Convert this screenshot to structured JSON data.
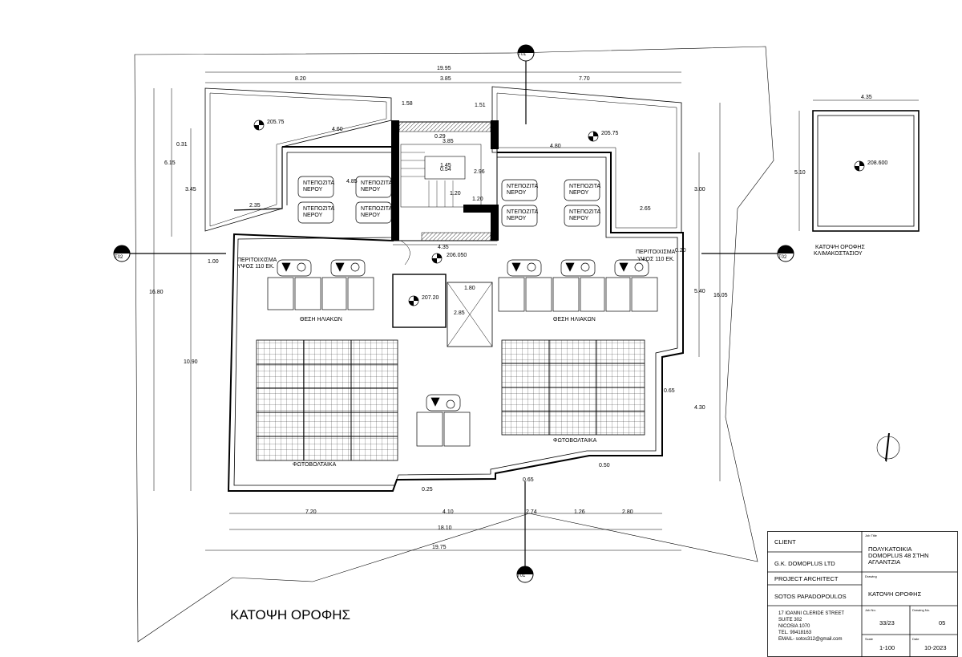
{
  "title": "ΚΑΤΟΨΗ ΟΡΟΦΗΣ",
  "roof_stair_plan_title": [
    "ΚΑΤΟΨΗ ΟΡΟΦΗΣ",
    "ΚΛΙΜΑΚΟΣΤΑΣΙΟΥ"
  ],
  "section_marks": {
    "top": "T01",
    "bottom": "T01",
    "left": "T02",
    "right": "T02"
  },
  "dimensions": {
    "top_total": "19.95",
    "top_left": "8.20",
    "top_mid": "3.85",
    "top_right": "7.70",
    "bottom_left": "7.20",
    "bottom_mid": "4.10",
    "bottom_a": "2.74",
    "bottom_b": "1.26",
    "bottom_c": "2.80",
    "bottom_total_a": "18.10",
    "bottom_total_b": "19.75",
    "left_total": "16.80",
    "left_upper": "6.15",
    "left_a": "0.31",
    "left_b": "3.45",
    "left_lower": "10.90",
    "right_total": "16.05",
    "right_a": "3.00",
    "right_b": "5.40",
    "right_c": "4.30",
    "core_w": "4.35",
    "core_top_l": "1.58",
    "core_top_r": "1.51",
    "inner_460": "4.60",
    "inner_480": "4.80",
    "inner_485": "4.85",
    "inner_235": "2.35",
    "inner_265": "2.65",
    "inner_100": "1.00",
    "inner_020": "0.20",
    "inner_065a": "0.65",
    "inner_065b": "0.65",
    "inner_050": "0.50",
    "inner_025": "0.25",
    "stair_029": "0.29",
    "stair_385": "3.85",
    "stair_145": "1.45",
    "stair_054": "0.54",
    "stair_296": "2.96",
    "stair_120a": "1.20",
    "stair_120b": "1.20",
    "skylight_180": "1.80",
    "skylight_285": "2.85",
    "plan2_w": "4.35",
    "plan2_h": "5.10"
  },
  "levels": {
    "l1": "205.75",
    "l2": "205.75",
    "l3": "206.050",
    "l4": "207.20",
    "l5": "208.600"
  },
  "labels": {
    "water_tank": [
      "ΝΤΕΠΟΖΙΤΑ",
      "ΝΕΡΟΥ"
    ],
    "parapet": [
      "ΠΕΡΙΤΟΙΧΙΣΜΑ",
      "ΥΨΟΣ 110 ΕΚ."
    ],
    "solar": "ΘΕΣΗ ΗΛΙΑΚΩΝ",
    "pv": "ΦΩΤΟΒΟΛΤΑΙΚΑ"
  },
  "titleblock": {
    "client_label": "CLIENT",
    "client": "G.K. DOMOPLUS LTD",
    "architect_label": "PROJECT ARCHITECT",
    "architect": "SOTOS PAPADOPOULOS",
    "address": [
      "17 IOANNI CLERIDE STREET",
      "SUITE 302",
      "NICOSIA 1070",
      "TEL. 99418163",
      "EMAIL- sotos312@gmail.com"
    ],
    "job_title_label": "Job Title",
    "job_title": [
      "ΠΟΛΥΚΑΤΟΙΚΙΑ",
      "DOMOPLUS 48 ΣΤΗΝ",
      "ΑΓΛΑΝΤΖΙΑ"
    ],
    "drawing_label": "Drawing",
    "drawing": "ΚΑΤΟΨΗ ΟΡΟΦΗΣ",
    "job_no_label": "Job No.",
    "job_no": "33/23",
    "drawing_no_label": "Drawing No.",
    "drawing_no": "05",
    "scale_label": "Scale",
    "scale": "1-100",
    "date_label": "Date",
    "date": "10-2023"
  },
  "colors": {
    "ink": "#000000",
    "paper": "#ffffff",
    "hatch": "#555555"
  }
}
